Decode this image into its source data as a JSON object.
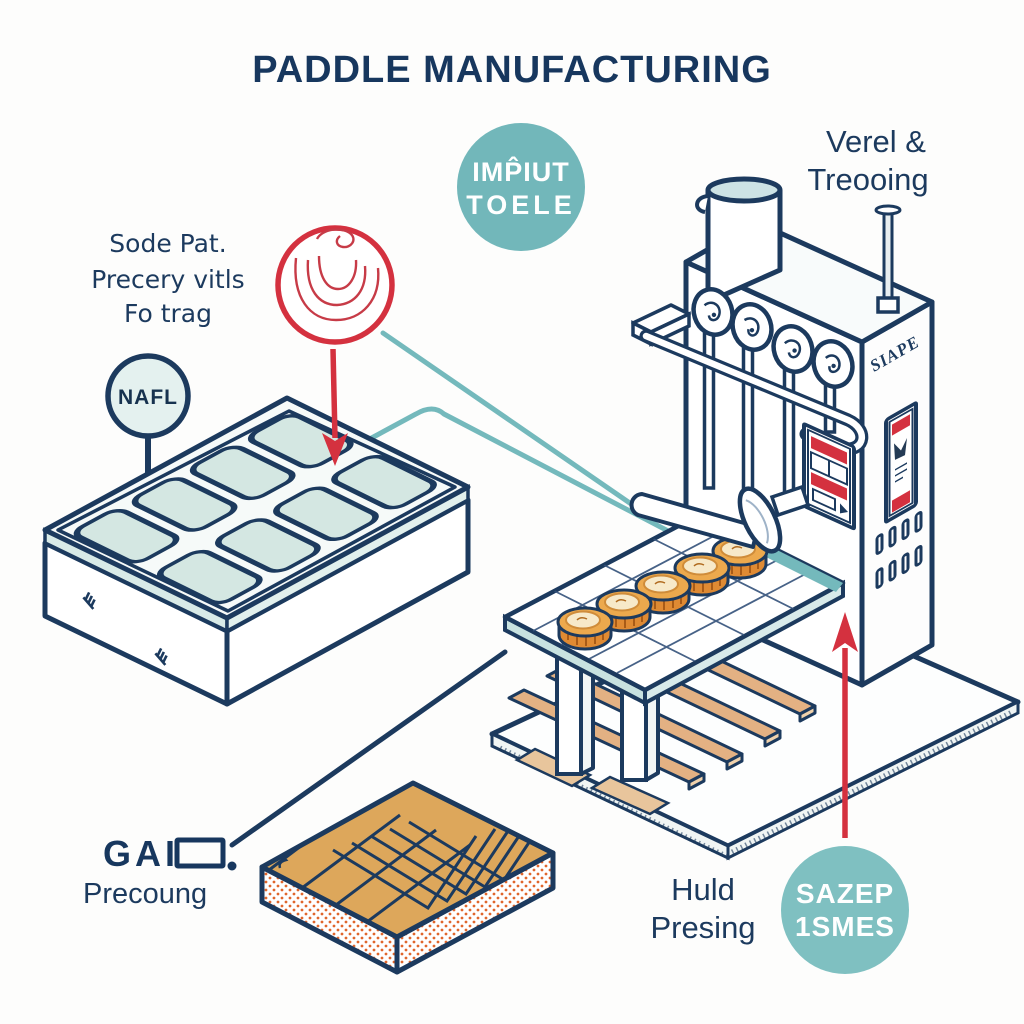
{
  "title": "PADDLE MANUFACTURING",
  "badge_input": {
    "line1": "IMP̂IUT",
    "line2": "TOELE"
  },
  "badge_size": {
    "line1": "SAZEP",
    "line2": "1SMES"
  },
  "label_top_right": {
    "line1": "Verel &",
    "line2": "Treooing"
  },
  "label_left": {
    "line1": "Sode Pat.",
    "line2": "Precery vitls",
    "line3": "Fo trag"
  },
  "tray_sign": "NAFL",
  "machine_label": "SIAPE",
  "wordmark": {
    "line1": "GAI",
    "line2": "Precoung"
  },
  "label_bottom_right": {
    "line1": "Huld",
    "line2": "Presing"
  },
  "colors": {
    "navy": "#1c3a5e",
    "red": "#d4313f",
    "teal_line": "#74b9bc",
    "teal_badge1": "#72b7ba",
    "teal_badge2": "#7fc0c1",
    "tray_pad": "#d4e7e2",
    "wood_top": "#dda75b",
    "plank": "#e3b183",
    "paddle": "#eca94d"
  }
}
